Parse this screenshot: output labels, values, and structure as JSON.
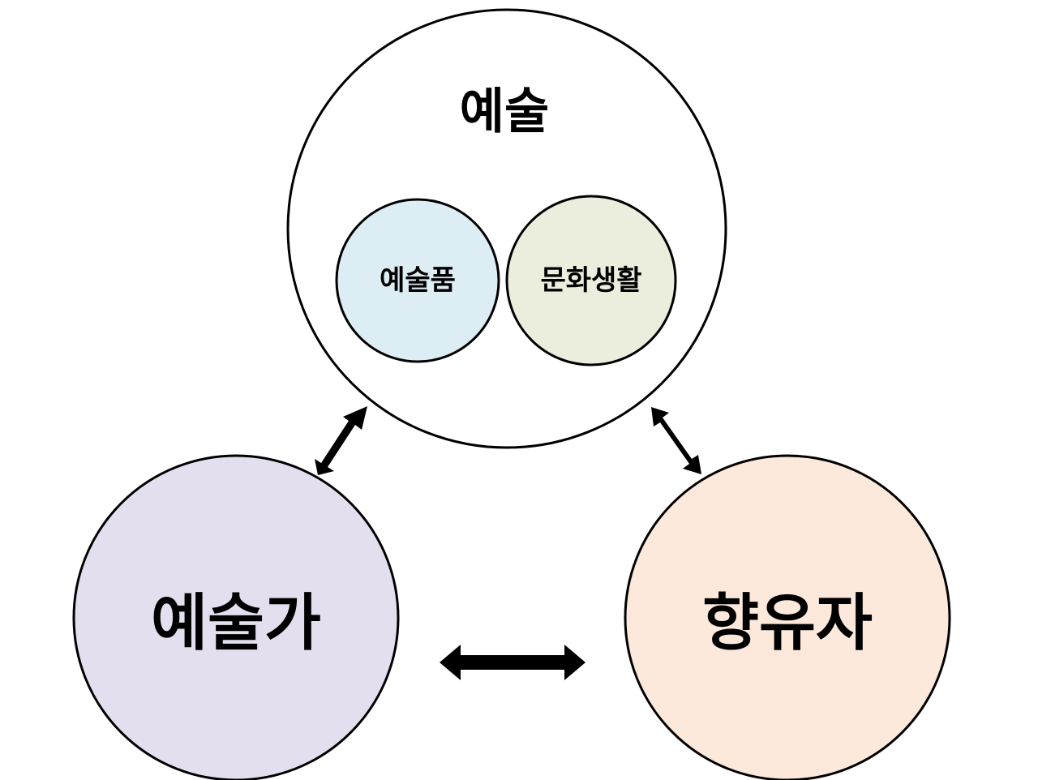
{
  "nodes": {
    "art": {
      "label": "예술",
      "fill": "#ffffff"
    },
    "artwork": {
      "label": "예술품",
      "fill": "#dcedf3"
    },
    "cultural_life": {
      "label": "문화생활",
      "fill": "#ebeedd"
    },
    "artist": {
      "label": "예술가",
      "fill": "#e4dfee"
    },
    "audience": {
      "label": "향유자",
      "fill": "#fde9db"
    }
  },
  "edges": [
    {
      "from": "art",
      "to": "artist",
      "direction": "both"
    },
    {
      "from": "art",
      "to": "audience",
      "direction": "both"
    },
    {
      "from": "artist",
      "to": "audience",
      "direction": "both"
    }
  ],
  "colors": {
    "stroke": "#000000",
    "arrow": "#000000"
  }
}
